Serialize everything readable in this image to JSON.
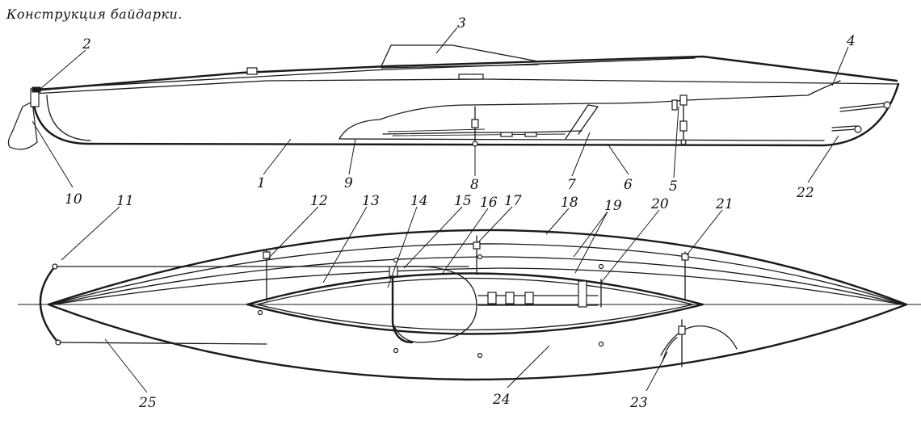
{
  "caption": "Конструкция байдарки.",
  "labels": {
    "l1": "1",
    "l2": "2",
    "l3": "3",
    "l4": "4",
    "l5": "5",
    "l6": "6",
    "l7": "7",
    "l8": "8",
    "l9": "9",
    "l10": "10",
    "l11": "11",
    "l12": "12",
    "l13": "13",
    "l14": "14",
    "l15": "15",
    "l16": "16",
    "l17": "17",
    "l18": "18",
    "l19": "19",
    "l20": "20",
    "l21": "21",
    "l22": "22",
    "l23": "23",
    "l24": "24",
    "l25": "25"
  }
}
